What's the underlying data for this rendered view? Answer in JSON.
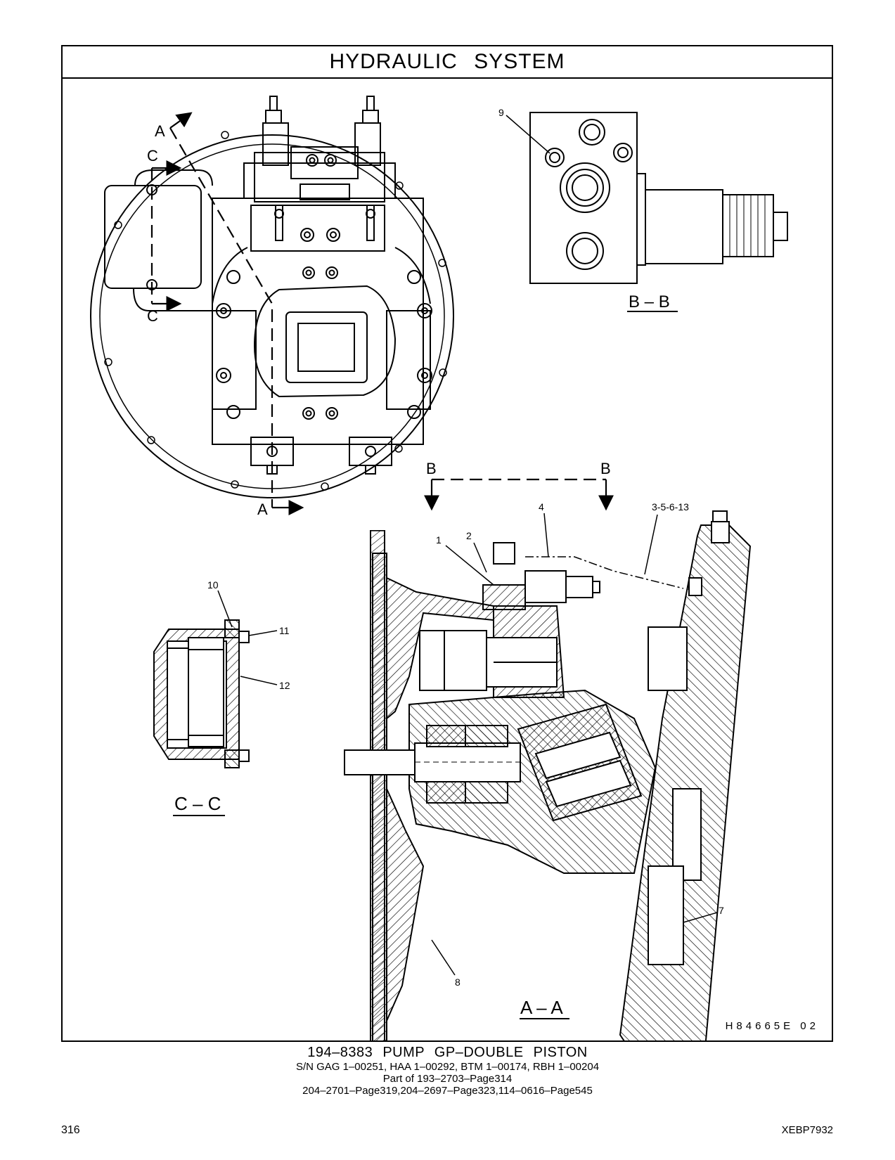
{
  "header": {
    "title": "HYDRAULIC SYSTEM"
  },
  "views": {
    "section_a_marks": [
      "A",
      "A"
    ],
    "section_c_marks": [
      "C",
      "C"
    ],
    "section_b_marks": [
      "B",
      "B"
    ],
    "bb_label": "B – B",
    "cc_label": "C – C",
    "aa_label": "A – A"
  },
  "callouts": {
    "c1": "1",
    "c2": "2",
    "c3": "3-5-6-13",
    "c4": "4",
    "c7": "7",
    "c8": "8",
    "c9": "9",
    "c10": "10",
    "c11": "11",
    "c12": "12"
  },
  "drawing_code": "H84665E   02",
  "caption": {
    "title": "194–8383  PUMP  GP–DOUBLE  PISTON",
    "line1": "S/N GAG 1–00251, HAA 1–00292, BTM 1–00174, RBH 1–00204",
    "line2": "Part of 193–2703–Page314",
    "line3": "204–2701–Page319,204–2697–Page323,114–0616–Page545"
  },
  "footer": {
    "page_number": "316",
    "doc_code": "XEBP7932"
  }
}
